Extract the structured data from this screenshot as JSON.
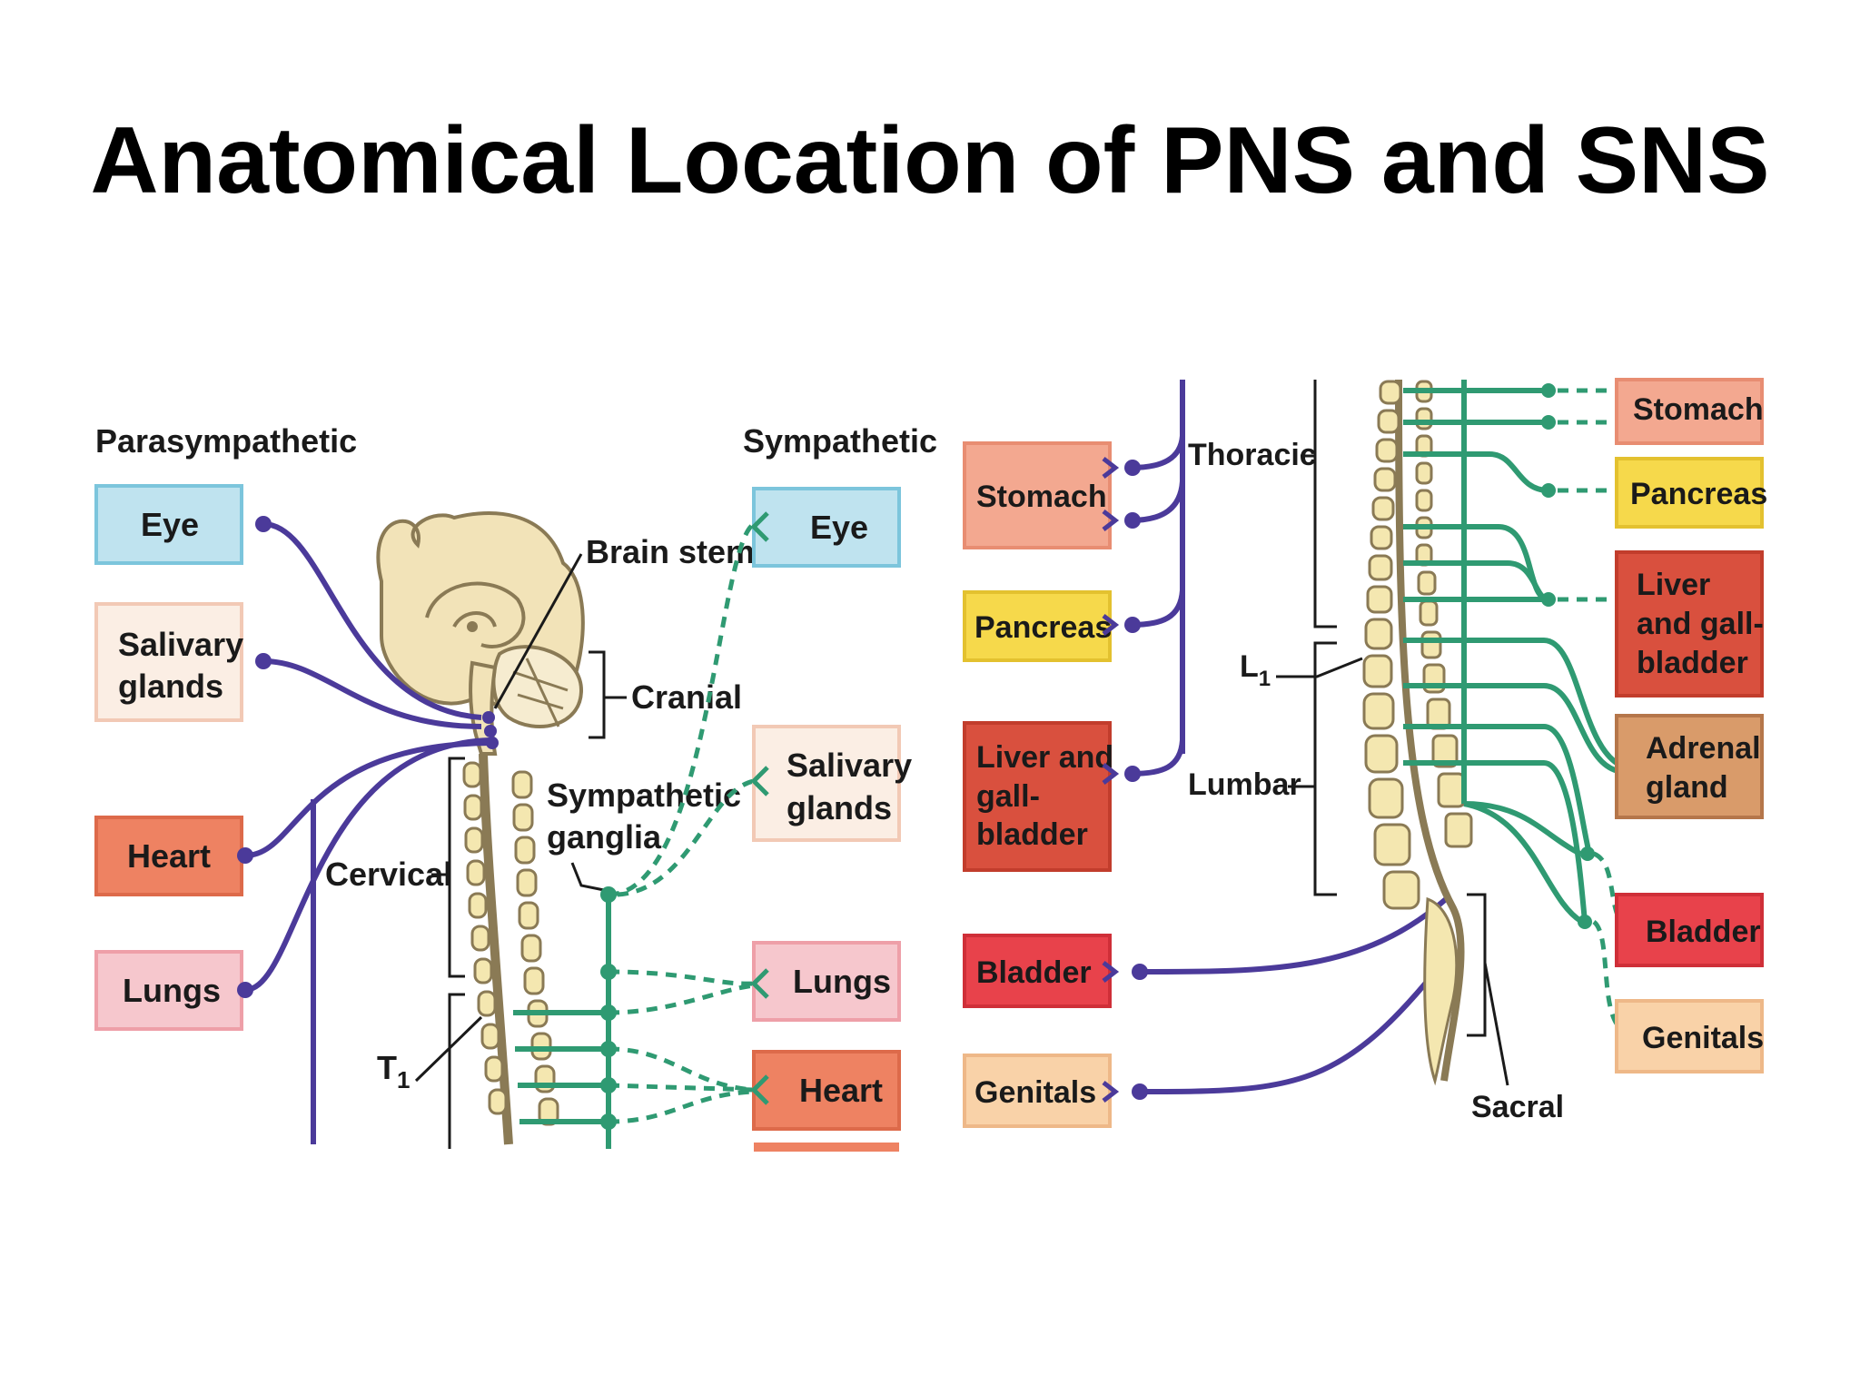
{
  "title": "Anatomical Location of PNS and SNS",
  "colors": {
    "parasympathetic_line": "#4b3a9a",
    "sympathetic_line": "#2f9a72",
    "eye_box": "#bfe3ef",
    "salivary_box": "#fbeee4",
    "heart_box": "#ee8262",
    "lungs_box": "#f6c7cd",
    "stomach_box": "#f3a890",
    "pancreas_box": "#f6d94b",
    "liver_box": "#d9503e",
    "bladder_box": "#e8424b",
    "genitals_box": "#f9d2a8",
    "adrenal_box": "#d99b6a",
    "brain_fill": "#f2e3b8",
    "vertebra_fill": "#f4e7b0"
  },
  "left_panel": {
    "headers": {
      "parasympathetic": "Parasympathetic",
      "sympathetic": "Sympathetic"
    },
    "parasympathetic_organs": {
      "eye": "Eye",
      "salivary_line1": "Salivary",
      "salivary_line2": "glands",
      "heart": "Heart",
      "lungs": "Lungs"
    },
    "sympathetic_organs": {
      "eye": "Eye",
      "salivary_line1": "Salivary",
      "salivary_line2": "glands",
      "lungs": "Lungs",
      "heart": "Heart"
    },
    "labels": {
      "brain_stem": "Brain stem",
      "cranial": "Cranial",
      "sympathetic_ganglia_line1": "Sympathetic",
      "sympathetic_ganglia_line2": "ganglia",
      "cervical": "Cervical",
      "t1": "T",
      "t1_sub": "1"
    }
  },
  "right_panel": {
    "parasympathetic_organs": {
      "stomach": "Stomach",
      "pancreas": "Pancreas",
      "liver_line1": "Liver and",
      "liver_line2": "gall-",
      "liver_line3": "bladder",
      "bladder": "Bladder",
      "genitals": "Genitals"
    },
    "labels": {
      "thoracic": "Thoracic",
      "l1": "L",
      "l1_sub": "1",
      "lumbar": "Lumbar",
      "sacral": "Sacral"
    },
    "sympathetic_organs": {
      "stomach": "Stomach",
      "pancreas": "Pancreas",
      "liver_line1": "Liver",
      "liver_line2": "and gall-",
      "liver_line3": "bladder",
      "adrenal_line1": "Adrenal",
      "adrenal_line2": "gland",
      "bladder": "Bladder",
      "genitals": "Genitals"
    }
  }
}
